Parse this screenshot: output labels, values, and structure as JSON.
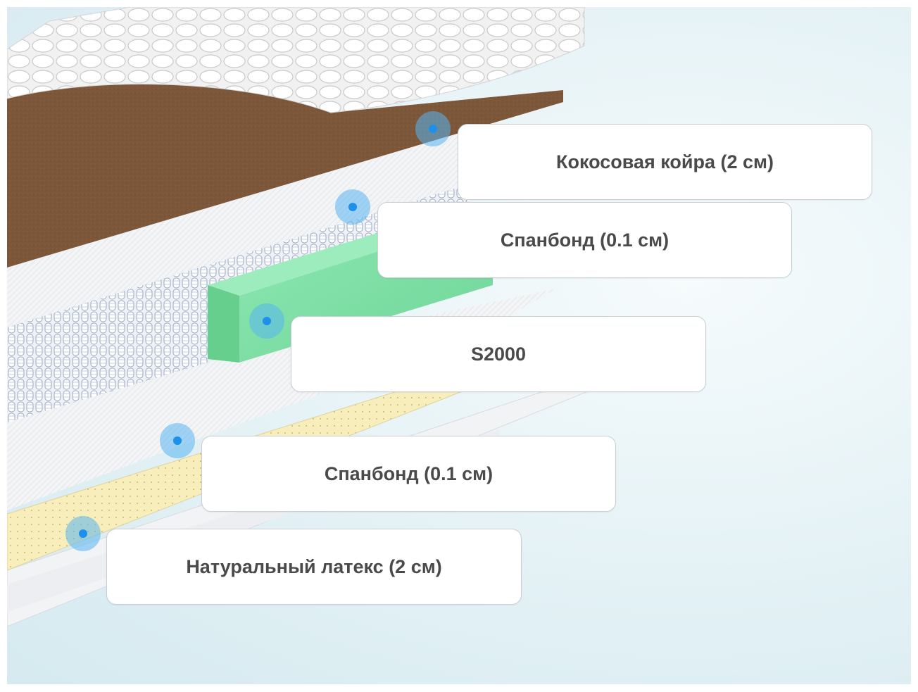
{
  "layers": [
    {
      "label": "Кокосовая койра (2 см)"
    },
    {
      "label": "Спанбонд (0.1 см)"
    },
    {
      "label": "S2000"
    },
    {
      "label": "Спанбонд (0.1 см)"
    },
    {
      "label": "Натуральный латекс (2 см)"
    }
  ],
  "colors": {
    "coir": "#7d573a",
    "foam": "#7fe1a6",
    "latex": "#f7eebc",
    "hotspot": "#1e90ea",
    "label_text": "#4a4a4a"
  },
  "icons": {
    "hotspot": "layer-hotspot-icon"
  }
}
